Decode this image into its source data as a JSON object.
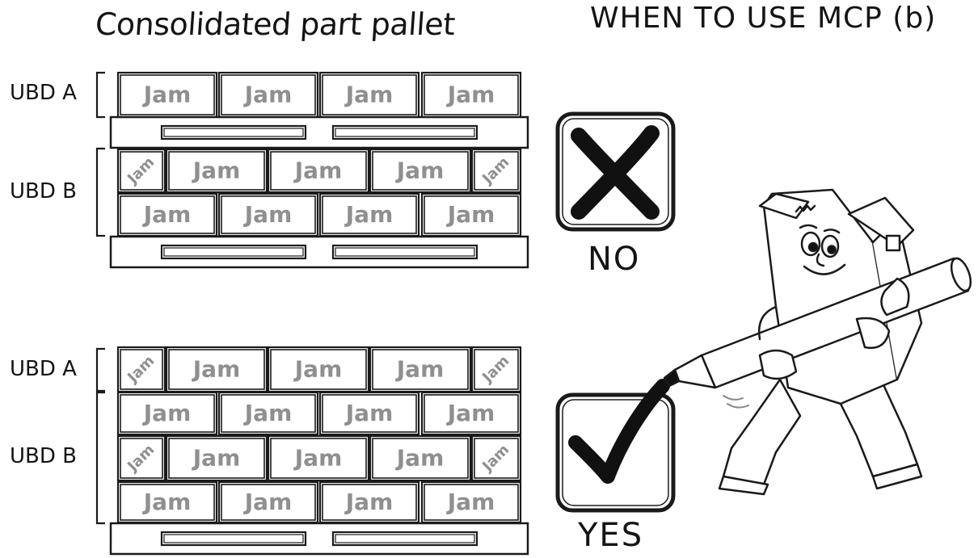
{
  "titles": {
    "left": "Consolidated part pallet",
    "right": "WHEN TO USE MCP (b)"
  },
  "top_pallet": {
    "ubd_a": "UBD A",
    "ubd_b": "UBD B",
    "verdict": "NO",
    "verdict_icon": "x-icon"
  },
  "bottom_pallet": {
    "ubd_a": "UBD A",
    "ubd_b": "UBD B",
    "verdict": "YES",
    "verdict_icon": "checkmark-icon"
  },
  "carton_label": "Jam",
  "mascot": "box-mascot-with-pen"
}
